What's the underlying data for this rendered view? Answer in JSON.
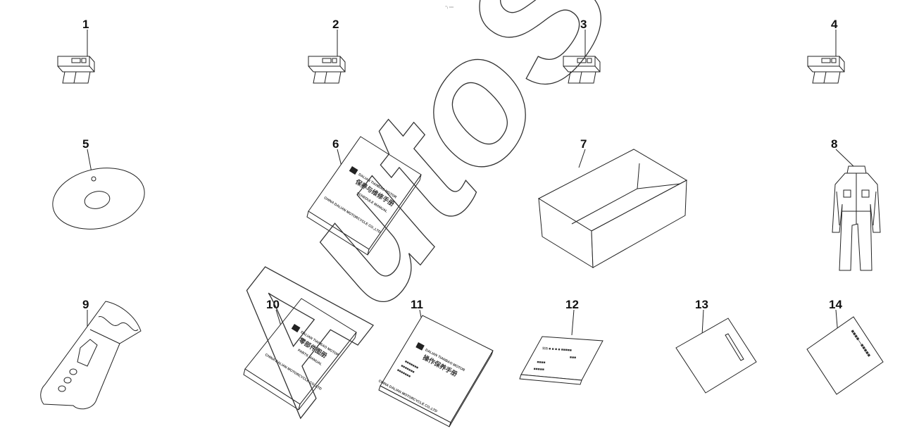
{
  "header_mark": "⁼ᵢ ▫▫▫",
  "watermark": "AutoSoft",
  "callouts": [
    {
      "id": "1",
      "label": "1"
    },
    {
      "id": "2",
      "label": "2"
    },
    {
      "id": "3",
      "label": "3"
    },
    {
      "id": "4",
      "label": "4"
    },
    {
      "id": "5",
      "label": "5"
    },
    {
      "id": "6",
      "label": "6"
    },
    {
      "id": "7",
      "label": "7"
    },
    {
      "id": "8",
      "label": "8"
    },
    {
      "id": "9",
      "label": "9"
    },
    {
      "id": "10",
      "label": "10"
    },
    {
      "id": "11",
      "label": "11"
    },
    {
      "id": "12",
      "label": "12"
    },
    {
      "id": "13",
      "label": "13"
    },
    {
      "id": "14",
      "label": "14"
    }
  ]
}
